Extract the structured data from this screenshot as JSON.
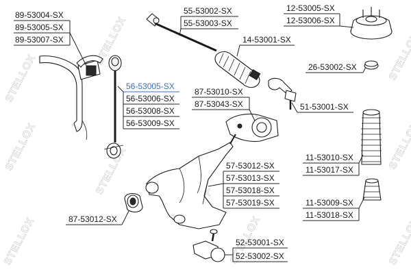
{
  "diagram": {
    "watermark": {
      "text": "STELLOX"
    },
    "callouts": [
      {
        "id": "stab-bushing",
        "lines": [
          "89-53004-SX",
          "89-53005-SX",
          "89-53007-SX"
        ]
      },
      {
        "id": "stab-link",
        "lines": [
          "56-53005-SX",
          "56-53006-SX",
          "56-53008-SX",
          "56-53009-SX"
        ],
        "highlighted_line": "56-53005-SX"
      },
      {
        "id": "inner-tie-rod",
        "lines": [
          "55-53002-SX",
          "55-53003-SX"
        ]
      },
      {
        "id": "steering-boot",
        "lines": [
          "14-53001-SX"
        ]
      },
      {
        "id": "strut-mount",
        "lines": [
          "12-53005-SX",
          "12-53006-SX"
        ]
      },
      {
        "id": "mount-bearing",
        "lines": [
          "26-53002-SX"
        ]
      },
      {
        "id": "arm-bushing-rear",
        "lines": [
          "87-53010-SX",
          "87-53043-SX"
        ]
      },
      {
        "id": "tie-rod-end",
        "lines": [
          "51-53001-SX"
        ]
      },
      {
        "id": "strut-boot",
        "lines": [
          "11-53010-SX",
          "11-53017-SX"
        ]
      },
      {
        "id": "bump-stop",
        "lines": [
          "11-53009-SX",
          "11-53018-SX"
        ]
      },
      {
        "id": "control-arm",
        "lines": [
          "57-53012-SX",
          "57-53013-SX",
          "57-53018-SX",
          "57-53019-SX"
        ]
      },
      {
        "id": "arm-bushing-front",
        "lines": [
          "87-53012-SX"
        ]
      },
      {
        "id": "ball-joint",
        "lines": [
          "52-53001-SX",
          "52-53002-SX"
        ]
      }
    ]
  }
}
